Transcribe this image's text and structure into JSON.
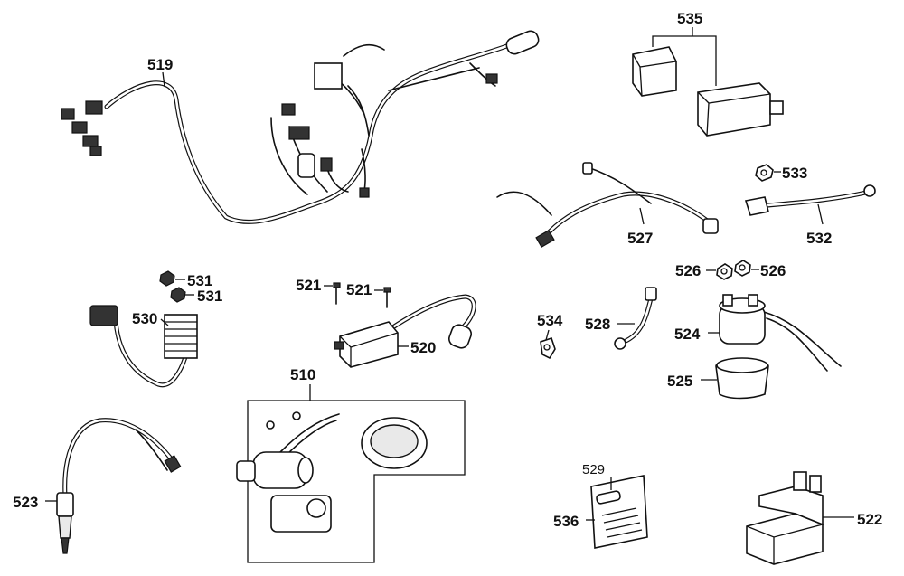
{
  "diagram": {
    "background": "#ffffff",
    "ink": "#111111",
    "part_labels": {
      "p519": "519",
      "p535": "535",
      "p533": "533",
      "p532": "532",
      "p527": "527",
      "p531a": "531",
      "p531b": "531",
      "p530": "530",
      "p521a": "521",
      "p521b": "521",
      "p520": "520",
      "p526a": "526",
      "p526b": "526",
      "p534": "534",
      "p528": "528",
      "p524": "524",
      "p525": "525",
      "p510": "510",
      "p523": "523",
      "p529": "529",
      "p536": "536",
      "p522": "522"
    }
  }
}
